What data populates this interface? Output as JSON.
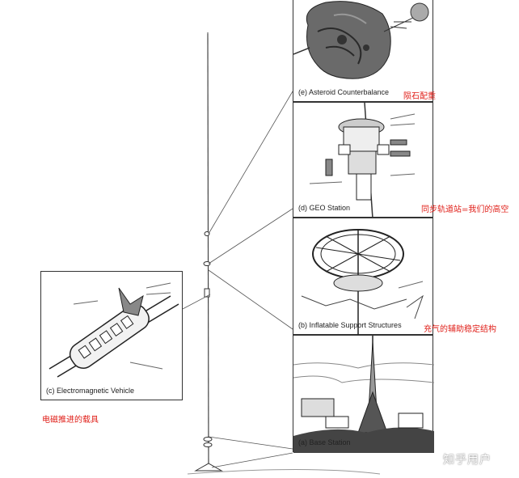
{
  "panels": {
    "asteroid": {
      "caption": "(e) Asteroid Counterbalance"
    },
    "geo": {
      "caption": "(d) GEO Station"
    },
    "inflatable": {
      "caption": "(b) Inflatable Support Structures"
    },
    "base": {
      "caption": "(a) Base Station"
    },
    "vehicle": {
      "caption": "(c) Electromagnetic Vehicle"
    }
  },
  "annotations": {
    "asteroid_cn": "陨石配重",
    "geo_cn": "同步轨道站=我们的高空",
    "inflatable_cn": "充气的辅助稳定结构",
    "vehicle_cn": "电磁推进的载具"
  },
  "watermark": "知乎用户",
  "colors": {
    "annotation": "#e0201a",
    "line": "#333333"
  }
}
